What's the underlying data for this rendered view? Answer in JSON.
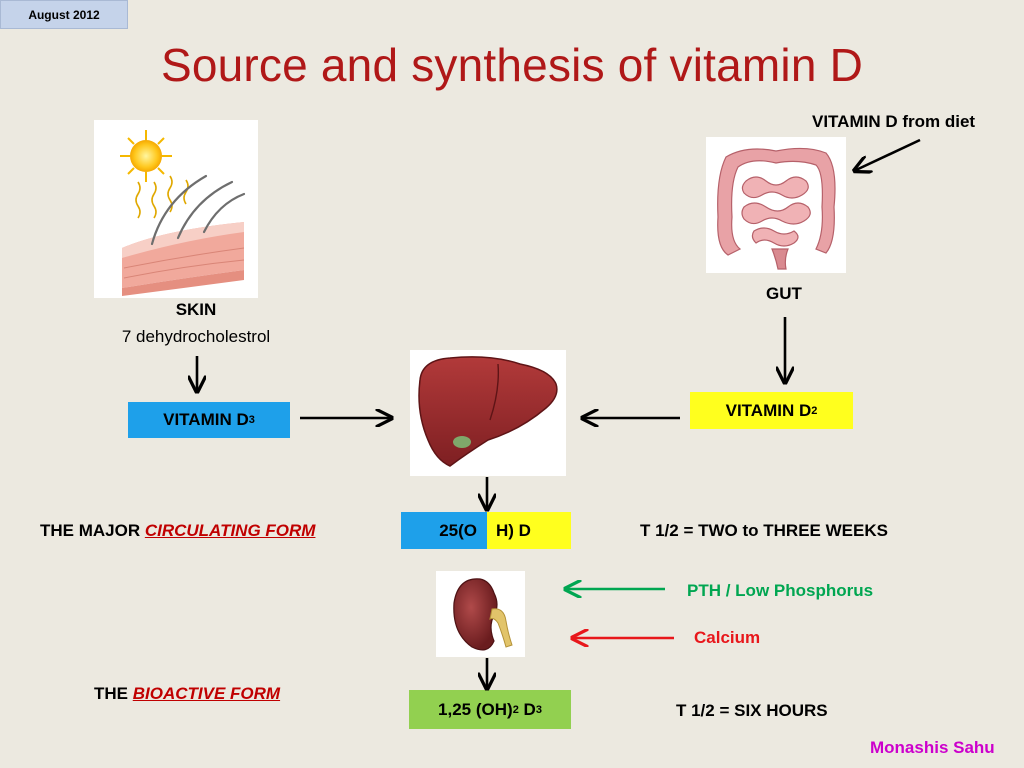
{
  "date": "August 2012",
  "title": "Source and synthesis of vitamin D",
  "skin": {
    "label": "SKIN",
    "sublabel": "7 dehydrocholestrol"
  },
  "diet_label": "VITAMIN D from diet",
  "gut_label": "GUT",
  "vitamin_d3": {
    "text": "VITAMIN D",
    "sub": "3"
  },
  "vitamin_d2": {
    "text": "VITAMIN D",
    "sub": "2"
  },
  "circulating": {
    "prefix": "THE MAJOR ",
    "emph": "CIRCULATING FORM",
    "compound_left": "25(O",
    "compound_right": "H) D",
    "half_life": "T 1/2 = TWO to THREE WEEKS"
  },
  "regulators": {
    "pth": "PTH / Low Phosphorus",
    "calcium": "Calcium"
  },
  "bioactive": {
    "prefix": "THE ",
    "emph": "BIOACTIVE FORM",
    "compound_a": "1,25 (OH)",
    "compound_a_sub": "2",
    "compound_b": " D",
    "compound_b_sub": "3",
    "half_life": "T 1/2 = SIX HOURS"
  },
  "author": "Monashis Sahu",
  "colors": {
    "title": "#b01818",
    "blue_box": "#1ea0ea",
    "yellow_box": "#ffff1e",
    "green_box": "#92d050",
    "pth_text": "#00a651",
    "calcium_text": "#e8171b",
    "author": "#cc00cc"
  }
}
